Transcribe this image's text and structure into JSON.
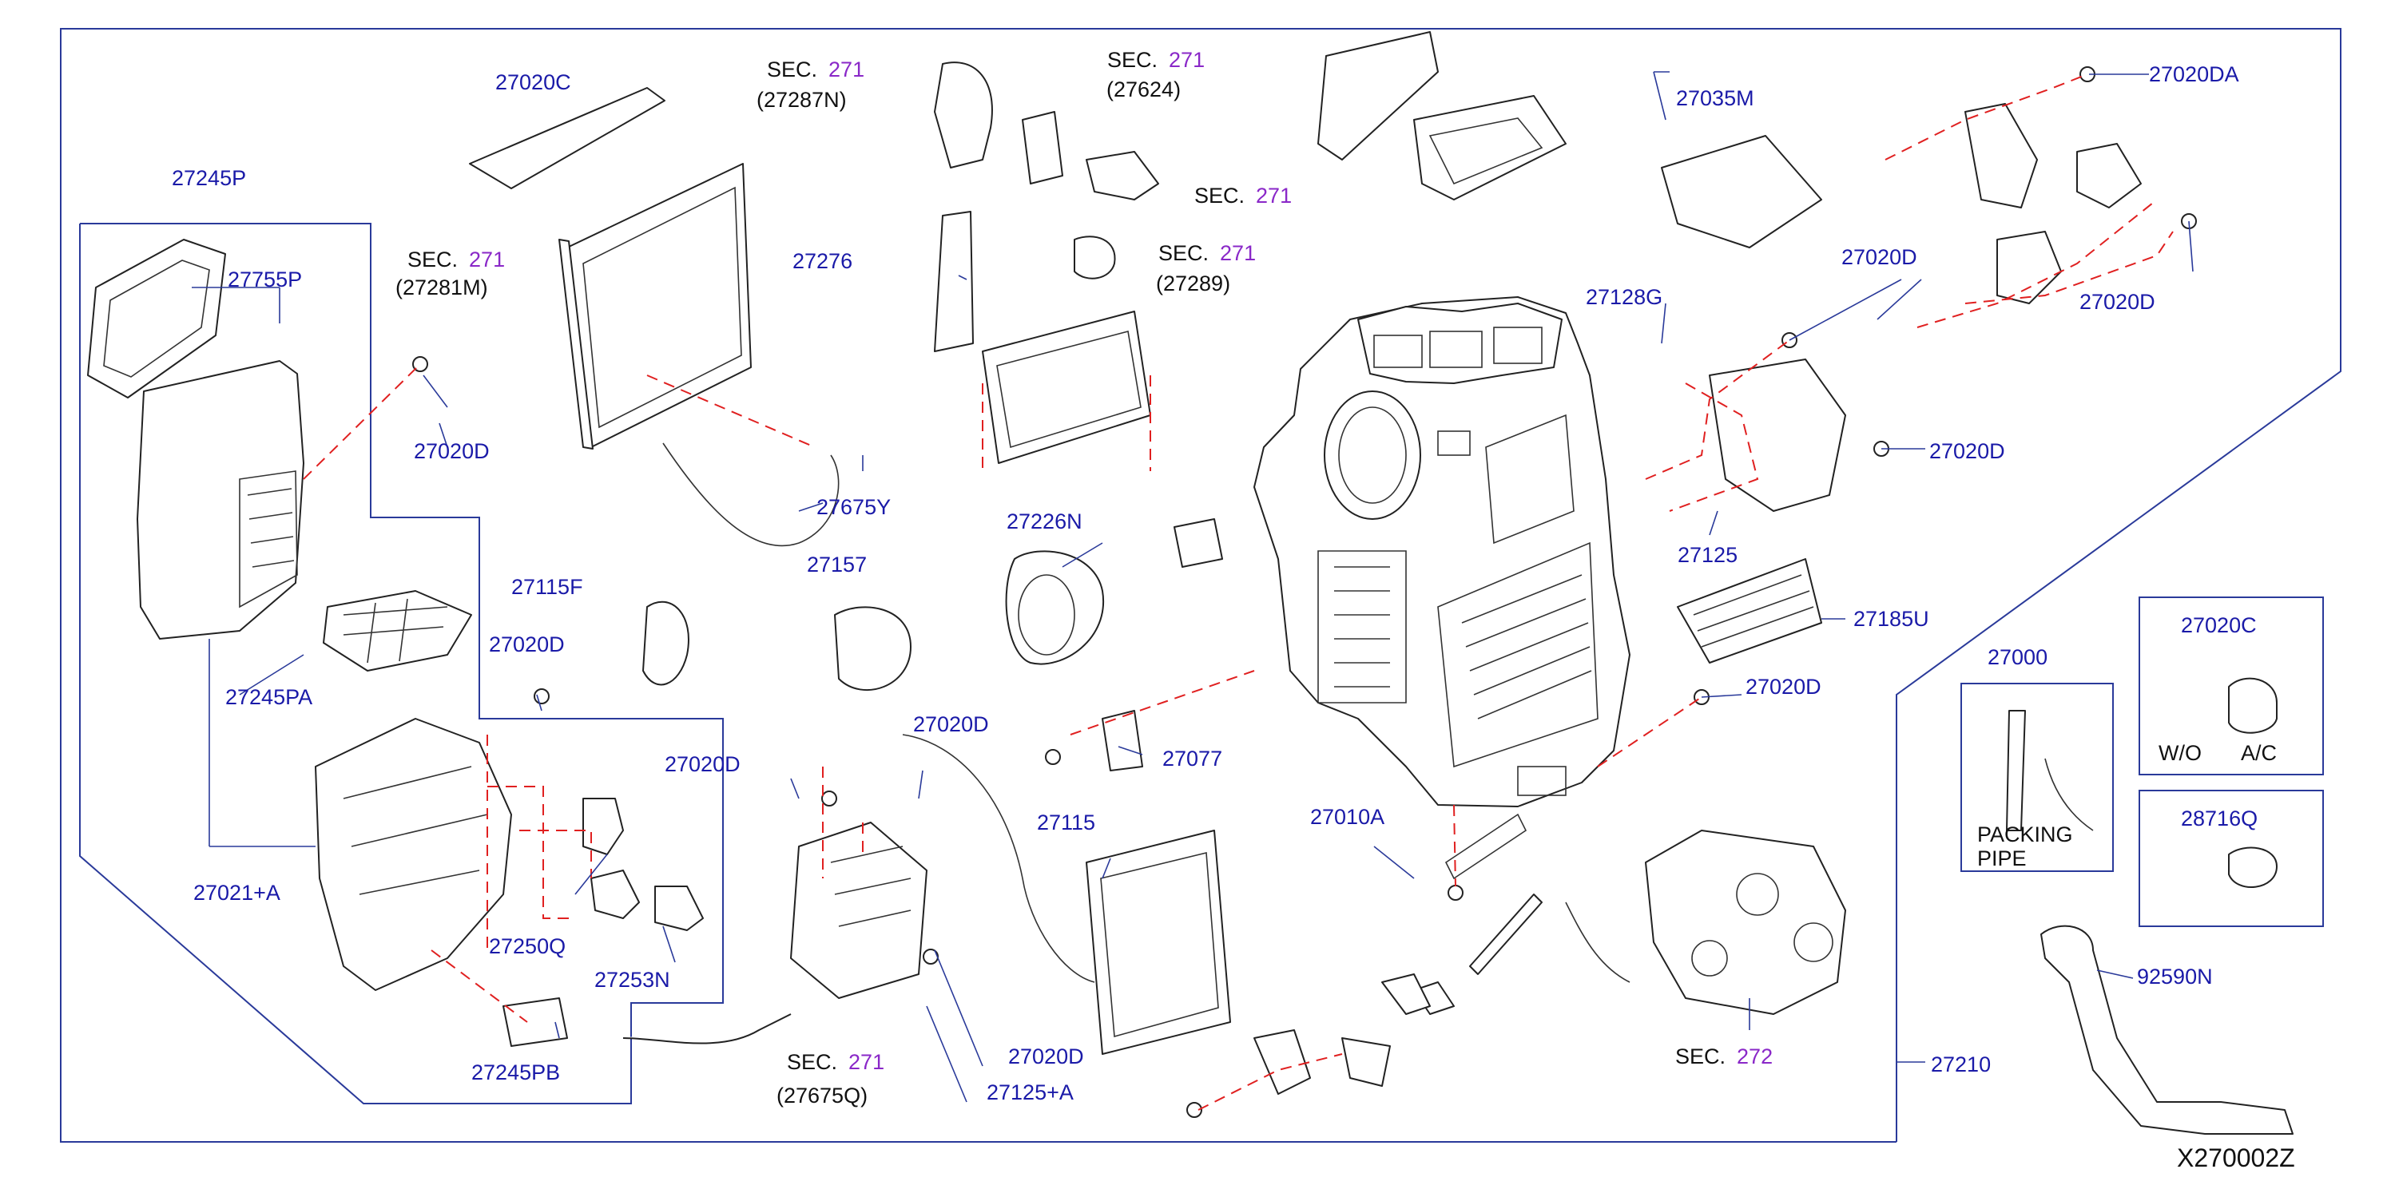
{
  "diagram": {
    "reference_code": "X270002Z",
    "part_labels": [
      "27020C",
      "27245P",
      "27755P",
      "27020D",
      "27245PA",
      "27021+A",
      "27250Q",
      "27253N",
      "27245PB",
      "27115F",
      "27157",
      "27226N",
      "27020D",
      "27077",
      "27115",
      "27125+A",
      "27020D",
      "27276",
      "27675Y",
      "27035M",
      "27020DA",
      "27128G",
      "27020D",
      "27020D",
      "27125",
      "27185U",
      "27020D",
      "27010A",
      "27210",
      "92590N",
      "27020D",
      "27020D"
    ],
    "section_refs": [
      {
        "prefix": "SEC.",
        "number": "271",
        "sub": "(27281M)"
      },
      {
        "prefix": "SEC.",
        "number": "271",
        "sub": "(27287N)"
      },
      {
        "prefix": "SEC.",
        "number": "271",
        "sub": "(27624)"
      },
      {
        "prefix": "SEC.",
        "number": "271",
        "sub": ""
      },
      {
        "prefix": "SEC.",
        "number": "271",
        "sub": "(27289)"
      },
      {
        "prefix": "SEC.",
        "number": "271",
        "sub": "(27675Q)"
      },
      {
        "prefix": "SEC.",
        "number": "272",
        "sub": ""
      }
    ],
    "inset_boxes": {
      "packing": {
        "part": "27000",
        "caption_line1": "PACKING",
        "caption_line2": "PIPE"
      },
      "grommet": {
        "part": "27020C",
        "caption_left": "W/O",
        "caption_right": "A/C"
      },
      "bushing": {
        "part": "28716Q"
      }
    },
    "colors": {
      "label_blue": "#1a1aa8",
      "section_purple": "#8a28c8",
      "frame_blue": "#2a3a9a",
      "dashed_red": "#e02020",
      "line_art": "#222222"
    }
  }
}
